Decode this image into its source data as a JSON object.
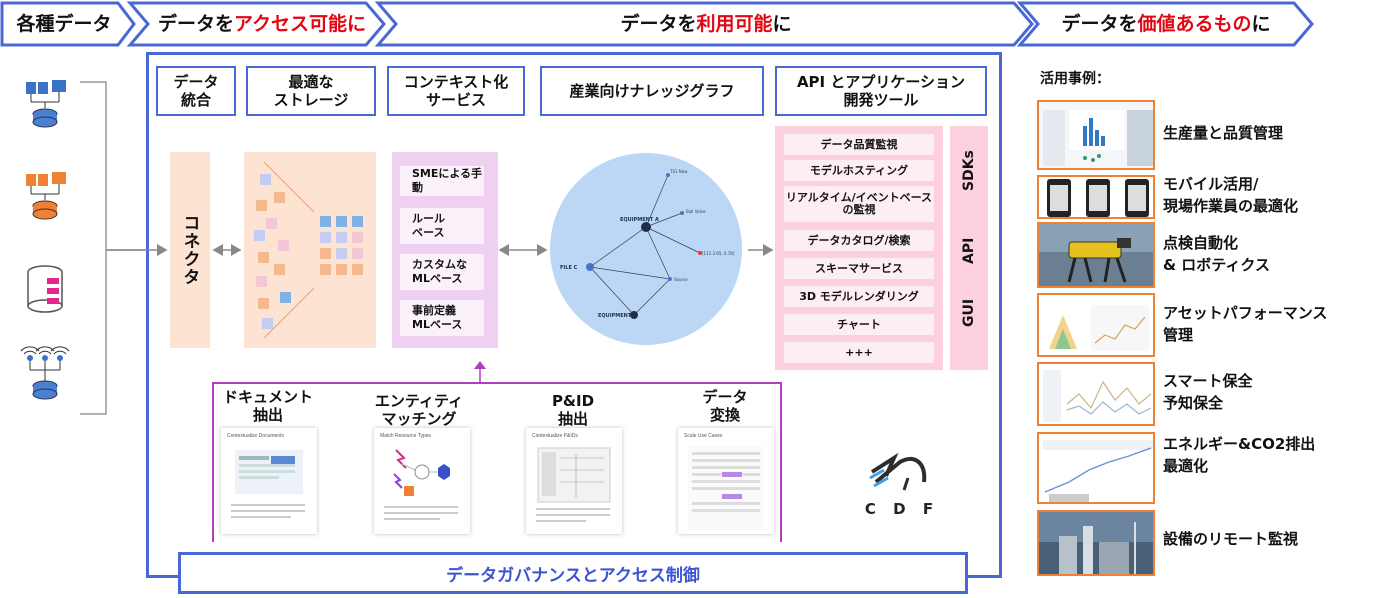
{
  "banner": {
    "stage1": "各種データ",
    "stage2_pre": "データを",
    "stage2_hl": "アクセス可能に",
    "stage3_pre": "データを",
    "stage3_hl": "利用可能",
    "stage3_post": "に",
    "stage4_pre": "データを",
    "stage4_hl": "価値あるもの",
    "stage4_post": "に",
    "border_color": "#4a67d6",
    "highlight_color": "#e30613"
  },
  "columns": {
    "integration": "データ統合",
    "integration_l1": "データ",
    "integration_l2": "統合",
    "storage_l1": "最適な",
    "storage_l2": "ストレージ",
    "context_l1": "コンテキスト化",
    "context_l2": "サービス",
    "graph": "産業向けナレッジグラフ",
    "api_l1": "API とアプリケーション",
    "api_l2": "開発ツール"
  },
  "connector": "コネクタ",
  "context_items": [
    {
      "l1": "SMEによる手動",
      "l2": ""
    },
    {
      "l1": "ルール",
      "l2": "ベース"
    },
    {
      "l1": "カスタムな",
      "l2": "MLベース"
    },
    {
      "l1": "事前定義",
      "l2": "MLベース"
    }
  ],
  "graph_nodes": {
    "equipment_a": "EQUIPMENT A",
    "file_c": "FILE C",
    "equipment_d": "EQUIPMENT D",
    "n1": "TS1 Now",
    "n2": "Ball Valve",
    "n3": "[112.3 65, 0.78]",
    "n4": "Source"
  },
  "tools": [
    "データ品質監視",
    "モデルホスティング",
    "リアルタイム/イベントベースの監視",
    "データカタログ/検索",
    "スキーマサービス",
    "3D モデルレンダリング",
    "チャート",
    "+++"
  ],
  "sdk": {
    "sdks": "SDKs",
    "api": "API",
    "gui": "GUI"
  },
  "bottom": {
    "items": [
      {
        "l1": "ドキュメント",
        "l2": "抽出",
        "card": "Contextualize Documents"
      },
      {
        "l1": "エンティティ",
        "l2": "マッチング",
        "card": "Match Resource Types"
      },
      {
        "l1": "P&ID",
        "l2": "抽出",
        "card": "Contextualize P&IDs"
      },
      {
        "l1": "データ",
        "l2": "変換",
        "card": "Scale Use Cases"
      }
    ]
  },
  "logo": {
    "text": "C D F"
  },
  "governance": "データガバナンスとアクセス制御",
  "usecases": {
    "title": "活用事例：",
    "items": [
      {
        "l1": "生産量と品質管理",
        "l2": ""
      },
      {
        "l1": "モバイル活用/",
        "l2": "現場作業員の最適化"
      },
      {
        "l1": "点検自動化",
        "l2": "& ロボティクス"
      },
      {
        "l1": "アセットパフォーマンス",
        "l2": "管理"
      },
      {
        "l1": "スマート保全",
        "l2": "予知保全"
      },
      {
        "l1": "エネルギー&CO2排出",
        "l2": "最適化"
      },
      {
        "l1": "設備のリモート監視",
        "l2": ""
      }
    ]
  }
}
